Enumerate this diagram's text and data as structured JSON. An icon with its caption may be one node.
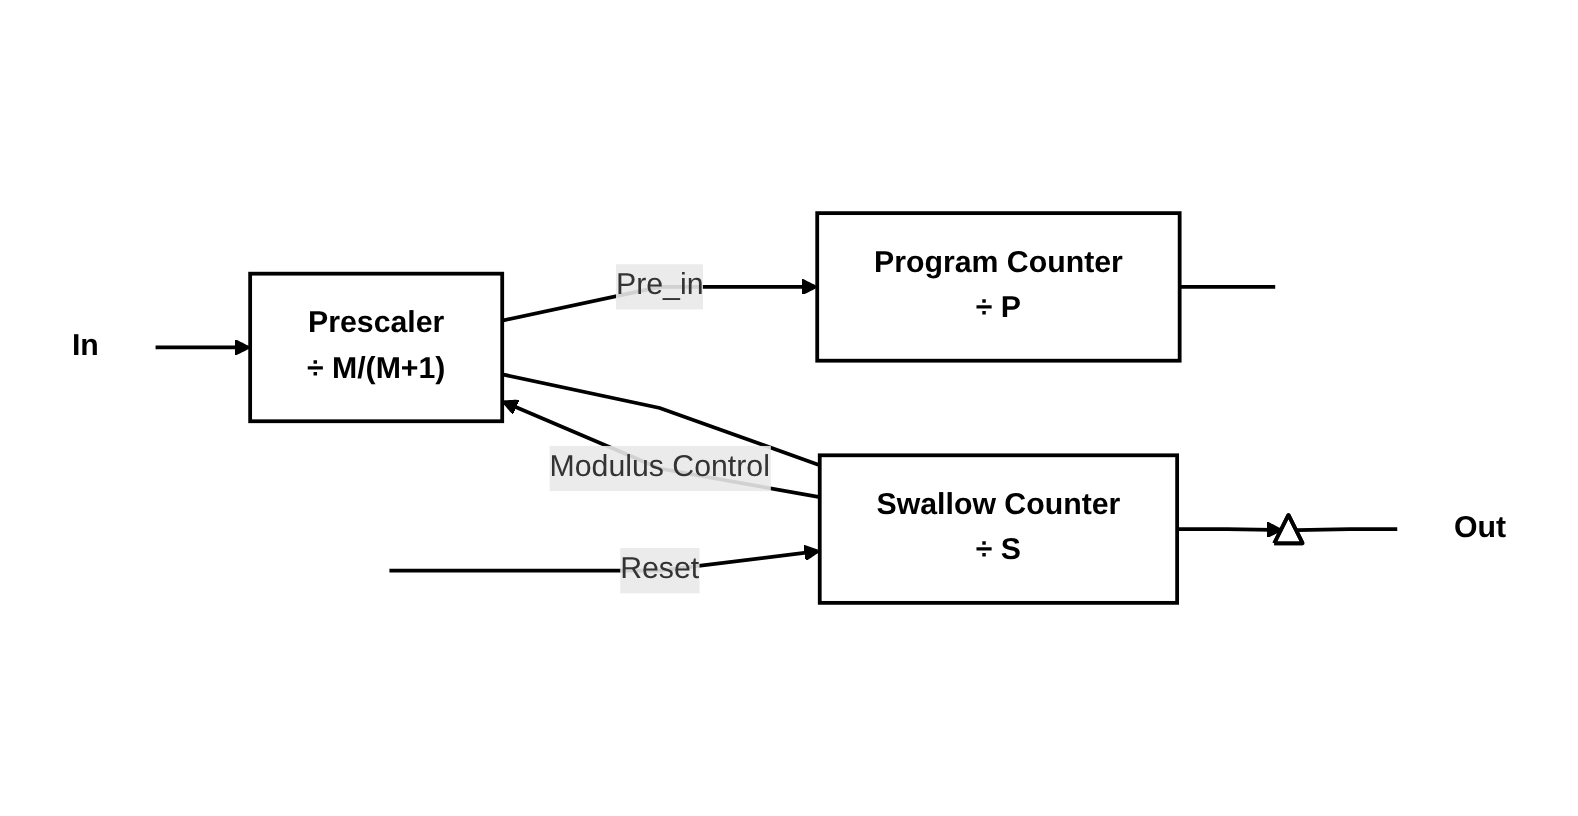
{
  "diagram": {
    "nodes": [
      {
        "text": [
          "In"
        ]
      },
      {
        "text": [
          "Prescaler",
          "÷ M/(M+1)"
        ]
      },
      {
        "text": [
          "Program Counter",
          "÷ P"
        ]
      },
      {
        "text": [
          "Swallow Counter",
          "÷ S"
        ]
      },
      {
        "text": [],
        "shape": "triangle"
      },
      {
        "text": [
          "Out"
        ]
      }
    ],
    "edges": [
      {
        "from": 0,
        "to": 1,
        "arrow": "to"
      },
      {
        "from": 1,
        "to": 2,
        "arrow": "to",
        "label": "Pre_in"
      },
      {
        "from": 1,
        "to": 3,
        "arrow": "none"
      },
      {
        "from": 2,
        "to": null,
        "arrow": "none"
      },
      {
        "from": null,
        "to": 3,
        "arrow": "to",
        "label": "Reset"
      },
      {
        "from": 3,
        "to": 1,
        "arrow": "to",
        "label": "Modulus Control"
      },
      {
        "from": 3,
        "to": 4,
        "arrow": "to"
      },
      {
        "from": 4,
        "to": 5,
        "arrow": "none"
      }
    ]
  }
}
